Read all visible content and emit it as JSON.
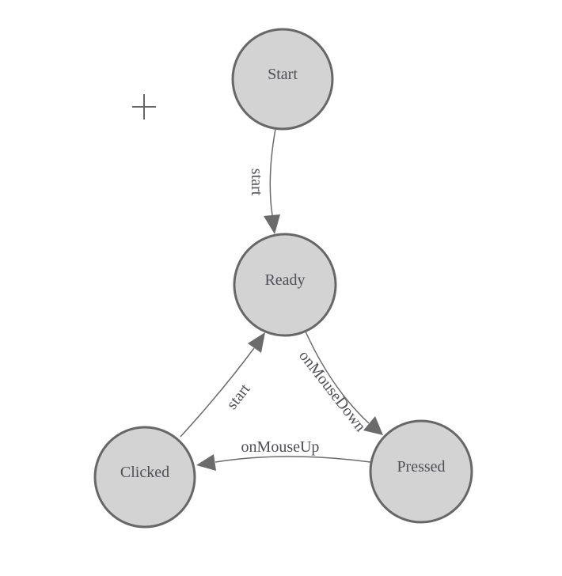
{
  "diagram": {
    "type": "state-machine",
    "colors": {
      "background": "#ffffff",
      "node_fill": "#d3d3d3",
      "node_stroke": "#676767",
      "edge": "#6b6b6b",
      "text": "#4f4f55",
      "crosshair": "#666666"
    },
    "nodes": [
      {
        "id": "start",
        "label": "Start"
      },
      {
        "id": "ready",
        "label": "Ready"
      },
      {
        "id": "clicked",
        "label": "Clicked"
      },
      {
        "id": "pressed",
        "label": "Pressed"
      }
    ],
    "edges": [
      {
        "id": "start-to-ready",
        "from": "Start",
        "to": "Ready",
        "label": "start"
      },
      {
        "id": "ready-to-pressed",
        "from": "Ready",
        "to": "Pressed",
        "label": "onMouseDown"
      },
      {
        "id": "clicked-to-ready",
        "from": "Clicked",
        "to": "Ready",
        "label": "start"
      },
      {
        "id": "pressed-to-clicked",
        "from": "Pressed",
        "to": "Clicked",
        "label": "onMouseUp"
      }
    ]
  }
}
